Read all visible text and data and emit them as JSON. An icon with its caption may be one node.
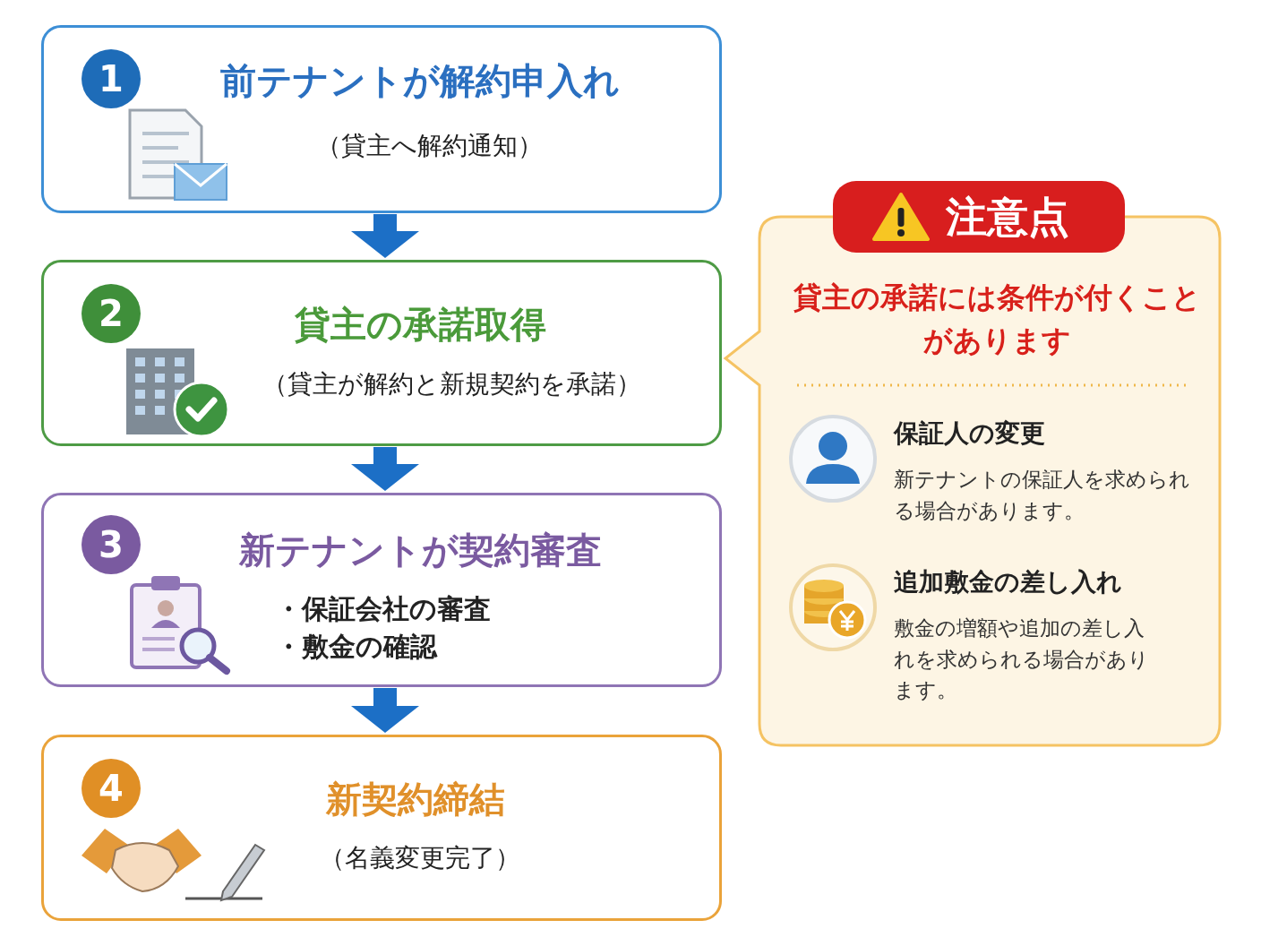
{
  "diagram": {
    "nodes": [
      {
        "text": [
          "1",
          "前テナントが解約申入れ",
          "（貸主へ解約通知）"
        ]
      },
      {
        "text": [
          "2",
          "貸主の承諾取得",
          "（貸主が解約と新規契約を承諾）"
        ]
      },
      {
        "text": [
          "3",
          "新テナントが契約審査",
          "・保証会社の審査",
          "・敷金の確認"
        ]
      },
      {
        "text": [
          "4",
          "新契約締結",
          "（名義変更完了）"
        ]
      },
      {
        "text": [
          "注意点",
          "貸主の承諾には条件が付くことがあります",
          "保証人の変更",
          "新テナントの保証人を求められる場合があります。",
          "追加敷金の差し入れ",
          "敷金の増額や追加の差し入れを求められる場合があります。"
        ]
      }
    ],
    "edges": [
      {
        "from": 0,
        "to": 1,
        "arrow": "to"
      },
      {
        "from": 1,
        "to": 2,
        "arrow": "to"
      },
      {
        "from": 2,
        "to": 3,
        "arrow": "to"
      }
    ]
  }
}
